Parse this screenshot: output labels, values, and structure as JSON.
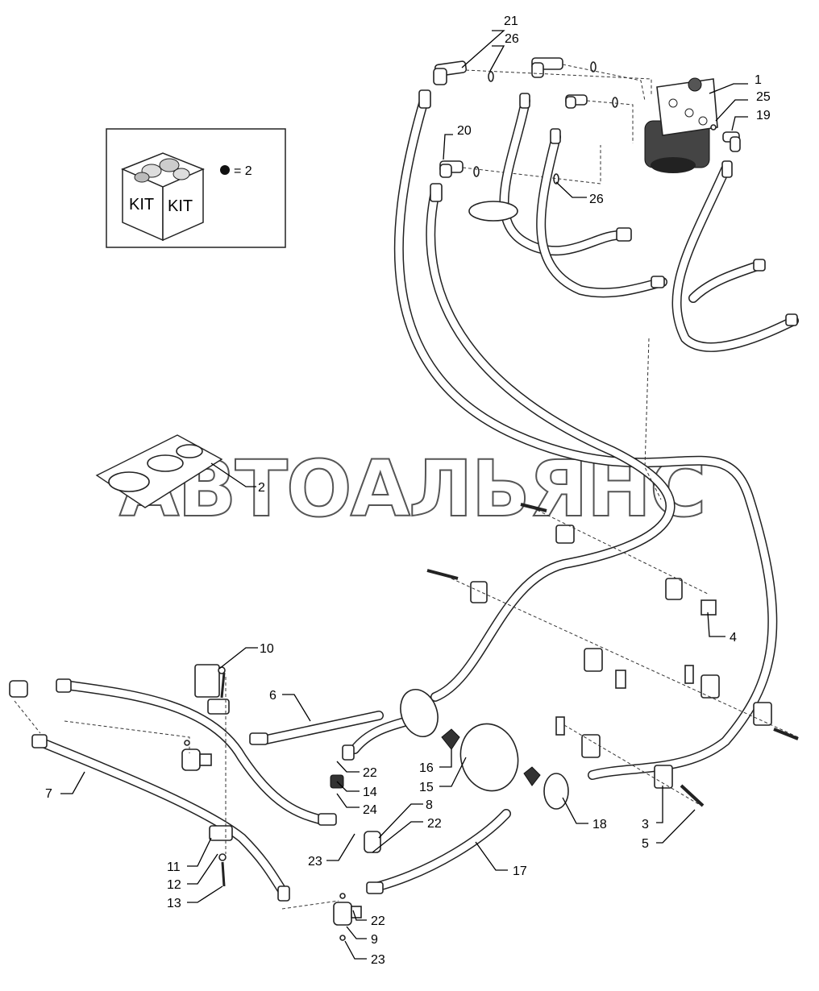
{
  "kit_box": {
    "kit_label_left": "KIT",
    "kit_label_right": "KIT",
    "quantity": "= 2"
  },
  "watermark": "АВТОАЛЬЯНС",
  "callouts": [
    {
      "id": "c1",
      "text": "1"
    },
    {
      "id": "c2",
      "text": "2"
    },
    {
      "id": "c3",
      "text": "3"
    },
    {
      "id": "c4",
      "text": "4"
    },
    {
      "id": "c5",
      "text": "5"
    },
    {
      "id": "c6",
      "text": "6"
    },
    {
      "id": "c7",
      "text": "7"
    },
    {
      "id": "c8",
      "text": "8"
    },
    {
      "id": "c9",
      "text": "9"
    },
    {
      "id": "c10",
      "text": "10"
    },
    {
      "id": "c11",
      "text": "11"
    },
    {
      "id": "c12",
      "text": "12"
    },
    {
      "id": "c13",
      "text": "13"
    },
    {
      "id": "c14",
      "text": "14"
    },
    {
      "id": "c15",
      "text": "15"
    },
    {
      "id": "c16",
      "text": "16"
    },
    {
      "id": "c17",
      "text": "17"
    },
    {
      "id": "c18",
      "text": "18"
    },
    {
      "id": "c19",
      "text": "19"
    },
    {
      "id": "c20",
      "text": "20"
    },
    {
      "id": "c21",
      "text": "21"
    },
    {
      "id": "c22a",
      "text": "22"
    },
    {
      "id": "c22b",
      "text": "22"
    },
    {
      "id": "c22c",
      "text": "22"
    },
    {
      "id": "c23a",
      "text": "23"
    },
    {
      "id": "c23b",
      "text": "23"
    },
    {
      "id": "c24",
      "text": "24"
    },
    {
      "id": "c25",
      "text": "25"
    },
    {
      "id": "c26a",
      "text": "26"
    },
    {
      "id": "c26b",
      "text": "26"
    }
  ]
}
